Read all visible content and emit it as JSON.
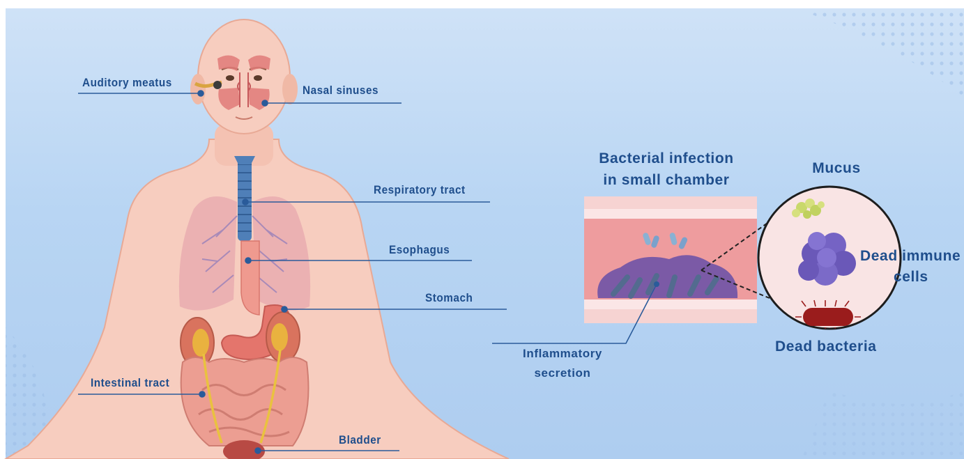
{
  "body_labels": {
    "auditory_meatus": "Auditory meatus",
    "nasal_sinuses": "Nasal sinuses",
    "respiratory_tract": "Respiratory tract",
    "esophagus": "Esophagus",
    "stomach": "Stomach",
    "intestinal_tract": "Intestinal tract",
    "bladder": "Bladder"
  },
  "chamber": {
    "title_line1": "Bacterial infection",
    "title_line2": "in small chamber",
    "secretion_line1": "Inflammatory",
    "secretion_line2": "secretion"
  },
  "zoom": {
    "mucus": "Mucus",
    "dead_immune_line1": "Dead immune",
    "dead_immune_line2": "cells",
    "dead_bacteria": "Dead bacteria"
  },
  "colors": {
    "label_text": "#1f4e8c",
    "leader_line": "#2a5b9a",
    "skin": "#f7cdbf",
    "background": "#b8d5f3",
    "biofilm": "#7b5aa6",
    "mucus": "#c9d86b",
    "bacteria": "#9a1c1c"
  }
}
